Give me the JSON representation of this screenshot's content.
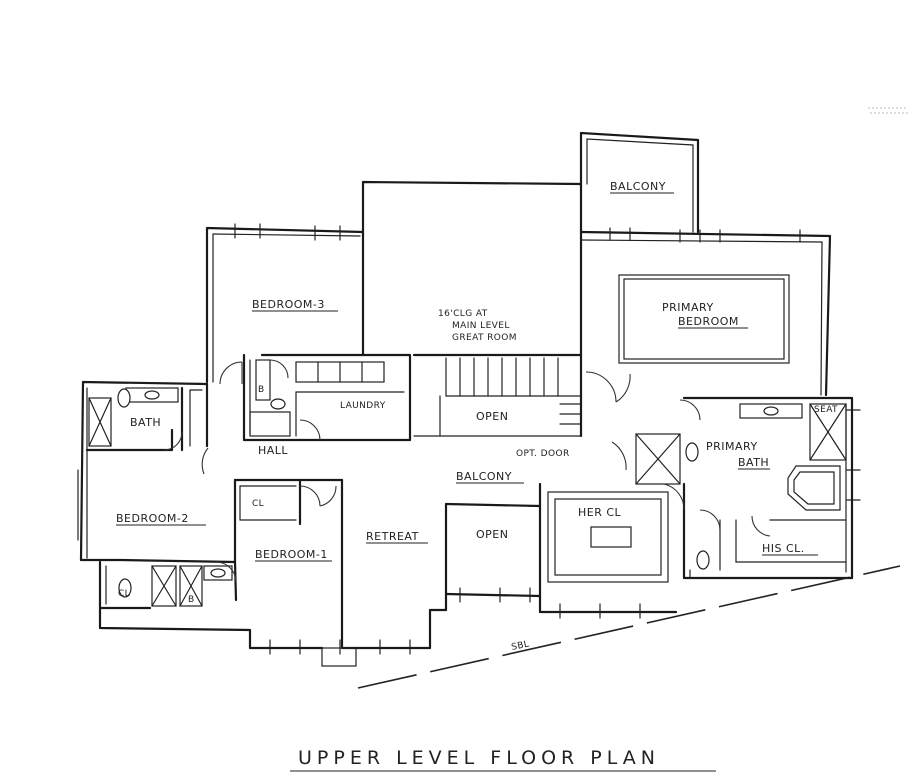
{
  "title": "UPPER LEVEL FLOOR PLAN",
  "rooms": {
    "balcony_top": "BALCONY",
    "primary_bedroom_1": "PRIMARY",
    "primary_bedroom_2": "BEDROOM",
    "bedroom3": "BEDROOM-3",
    "open_to_below_1": "16'CLG AT",
    "open_to_below_2": "MAIN LEVEL",
    "open_to_below_3": "GREAT ROOM",
    "laundry": "LAUNDRY",
    "bath_left": "BATH",
    "hall": "HALL",
    "open_stair": "OPEN",
    "opt_door": "OPT. DOOR",
    "primary_bath_1": "PRIMARY",
    "primary_bath_2": "BATH",
    "seat": "SEAT",
    "balcony_mid": "BALCONY",
    "bedroom2": "BEDROOM-2",
    "bedroom1": "BEDROOM-1",
    "cl_b1": "CL",
    "retreat": "RETREAT",
    "open_mid": "OPEN",
    "her_cl": "HER CL",
    "his_cl": "HIS CL.",
    "cl_bath": "CL",
    "b_bath": "B",
    "b_laundry": "B",
    "sbl": "SBL"
  }
}
